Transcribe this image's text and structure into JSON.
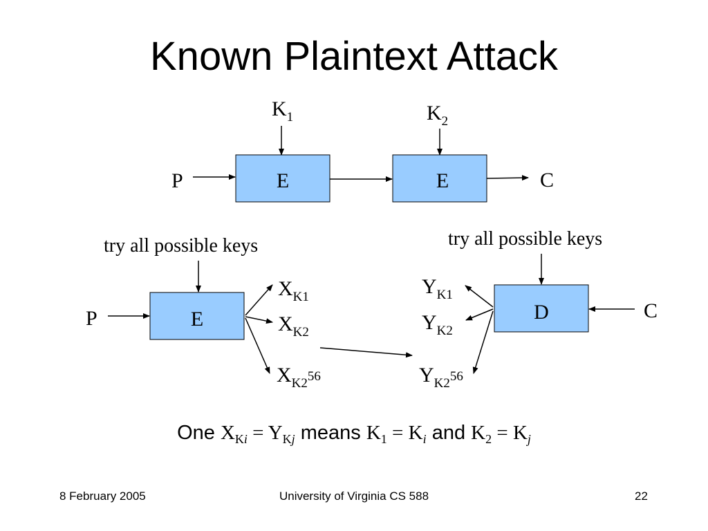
{
  "title": "Known Plaintext Attack",
  "top_row": {
    "plaintext": "P",
    "key1": "K",
    "key1_sub": "1",
    "key2": "K",
    "key2_sub": "2",
    "enc1": "E",
    "enc2": "E",
    "ciphertext": "C"
  },
  "bottom_row": {
    "left_try": "try all possible keys",
    "right_try": "try all possible keys",
    "plaintext": "P",
    "enc": "E",
    "dec": "D",
    "ciphertext": "C",
    "x_outputs": [
      {
        "base": "X",
        "sub": "K1",
        "sup": ""
      },
      {
        "base": "X",
        "sub": "K2",
        "sup": ""
      },
      {
        "base": "X",
        "sub": "K2",
        "sup": "56"
      }
    ],
    "y_outputs": [
      {
        "base": "Y",
        "sub": "K1",
        "sup": ""
      },
      {
        "base": "Y",
        "sub": "K2",
        "sup": ""
      },
      {
        "base": "Y",
        "sub": "K2",
        "sup": "56"
      }
    ]
  },
  "formula": {
    "one": "One",
    "x": "X",
    "x_sub": "K",
    "x_subsub": "i",
    "eq1": " = ",
    "y": "Y",
    "y_sub": "K",
    "y_subsub": "j",
    "means": "means",
    "k1": "K",
    "k1_sub": "1",
    "eq2": " = ",
    "ki": "K",
    "ki_sub": "i",
    "and": "and",
    "k2": "K",
    "k2_sub": "2",
    "eq3": " = ",
    "kj": "K",
    "kj_sub": "j"
  },
  "footer": {
    "date": "8 February 2005",
    "course": "University of Virginia CS 588",
    "page": "22"
  },
  "colors": {
    "box_fill": "#99ccff",
    "stroke": "#000000"
  }
}
